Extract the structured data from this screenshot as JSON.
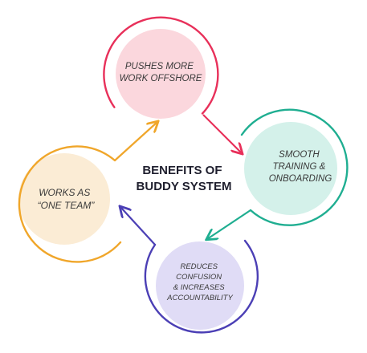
{
  "diagram": {
    "title_lines": [
      "BENEFITS OF",
      "BUDDY SYSTEM"
    ],
    "nodes": [
      {
        "id": "offshore",
        "lines": [
          "PUSHES MORE",
          "WORK OFFSHORE"
        ],
        "ring_color": "#e8305a",
        "fill_color": "#fbd7dd"
      },
      {
        "id": "training",
        "lines": [
          "SMOOTH",
          "TRAINING &",
          "ONBOARDING"
        ],
        "ring_color": "#1fae91",
        "fill_color": "#d4f1ea"
      },
      {
        "id": "accountability",
        "lines": [
          "REDUCES",
          "CONFUSION",
          "& INCREASES",
          "ACCOUNTABILITY"
        ],
        "ring_color": "#4b3fb5",
        "fill_color": "#e0dcf6"
      },
      {
        "id": "one-team",
        "lines": [
          "WORKS AS",
          "“ONE TEAM”"
        ],
        "ring_color": "#f0a62a",
        "fill_color": "#fbecd5"
      }
    ]
  }
}
